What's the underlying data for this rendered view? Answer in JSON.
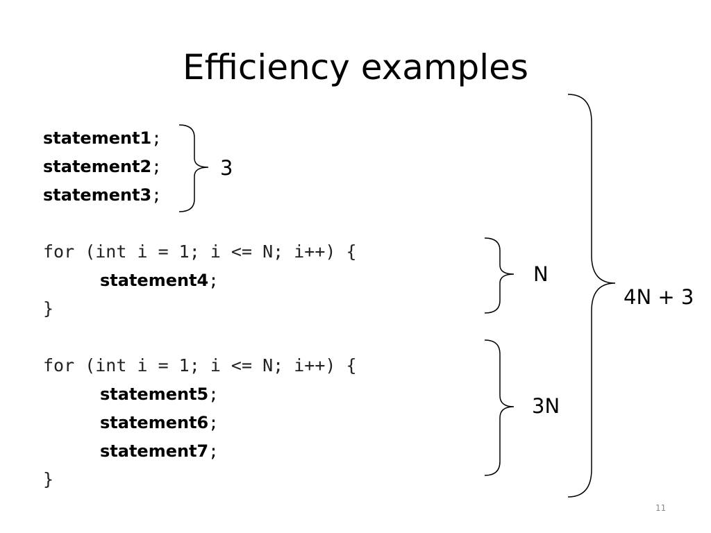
{
  "slide": {
    "title": "Efficiency examples",
    "page_number": "11"
  },
  "code": {
    "block1": {
      "statements": [
        {
          "name": "statement1",
          "semi": ";"
        },
        {
          "name": "statement2",
          "semi": ";"
        },
        {
          "name": "statement3",
          "semi": ";"
        }
      ],
      "cost_label": "3"
    },
    "loop1": {
      "header": "for (int i = 1; i <= N; i++) {",
      "statements": [
        {
          "name": "statement4",
          "semi": ";"
        }
      ],
      "close": "}",
      "cost_label": "N"
    },
    "loop2": {
      "header": "for (int i = 1; i <= N; i++) {",
      "statements": [
        {
          "name": "statement5",
          "semi": ";"
        },
        {
          "name": "statement6",
          "semi": ";"
        },
        {
          "name": "statement7",
          "semi": ";"
        }
      ],
      "close": "}",
      "cost_label": "3N"
    },
    "total_label": "4N + 3"
  }
}
